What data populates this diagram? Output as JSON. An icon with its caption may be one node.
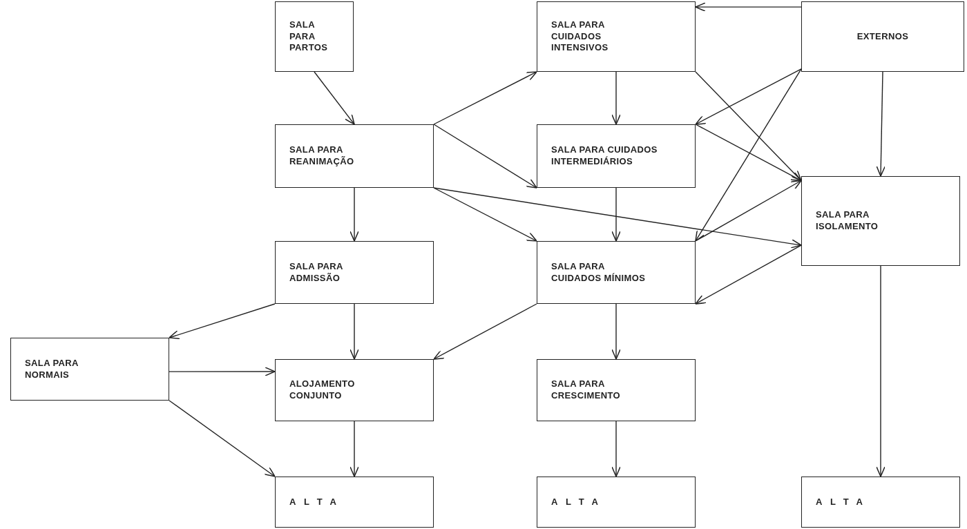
{
  "diagram": {
    "nodes": [
      {
        "text": [
          "SALA PARA PARTOS"
        ]
      },
      {
        "text": [
          "SALA PARA CUIDADOS INTENSIVOS"
        ]
      },
      {
        "text": [
          "EXTERNOS"
        ]
      },
      {
        "text": [
          "SALA PARA REANIMAÇÃO"
        ]
      },
      {
        "text": [
          "SALA PARA CUIDADOS INTERMEDIÁRIOS"
        ]
      },
      {
        "text": [
          "SALA PARA ISOLAMENTO"
        ]
      },
      {
        "text": [
          "SALA PARA ADMISSÃO"
        ]
      },
      {
        "text": [
          "SALA PARA CUIDADOS MÍNIMOS"
        ]
      },
      {
        "text": [
          "SALA PARA NORMAIS"
        ]
      },
      {
        "text": [
          "ALOJAMENTO CONJUNTO"
        ]
      },
      {
        "text": [
          "SALA PARA CRESCIMENTO"
        ]
      },
      {
        "text": [
          "ALTA"
        ]
      },
      {
        "text": [
          "ALTA"
        ]
      },
      {
        "text": [
          "ALTA"
        ]
      }
    ],
    "edges": [
      {
        "from": 0,
        "to": 3,
        "arrow": "to"
      },
      {
        "from": 3,
        "to": 1,
        "arrow": "to"
      },
      {
        "from": 3,
        "to": 4,
        "arrow": "to"
      },
      {
        "from": 3,
        "to": 6,
        "arrow": "to"
      },
      {
        "from": 3,
        "to": 7,
        "arrow": "to"
      },
      {
        "from": 3,
        "to": 5,
        "arrow": "to"
      },
      {
        "from": 1,
        "to": 4,
        "arrow": "to"
      },
      {
        "from": 1,
        "to": 5,
        "arrow": "to"
      },
      {
        "from": 2,
        "to": 1,
        "arrow": "to"
      },
      {
        "from": 2,
        "to": 4,
        "arrow": "to"
      },
      {
        "from": 2,
        "to": 7,
        "arrow": "to"
      },
      {
        "from": 2,
        "to": 5,
        "arrow": "to"
      },
      {
        "from": 4,
        "to": 5,
        "arrow": "to"
      },
      {
        "from": 4,
        "to": 7,
        "arrow": "to"
      },
      {
        "from": 7,
        "to": 5,
        "arrow": "to"
      },
      {
        "from": 5,
        "to": 7,
        "arrow": "to"
      },
      {
        "from": 6,
        "to": 9,
        "arrow": "to"
      },
      {
        "from": 6,
        "to": 8,
        "arrow": "to"
      },
      {
        "from": 7,
        "to": 9,
        "arrow": "to"
      },
      {
        "from": 7,
        "to": 10,
        "arrow": "to"
      },
      {
        "from": 8,
        "to": 9,
        "arrow": "to"
      },
      {
        "from": 8,
        "to": 11,
        "arrow": "to"
      },
      {
        "from": 9,
        "to": 11,
        "arrow": "to"
      },
      {
        "from": 10,
        "to": 12,
        "arrow": "to"
      },
      {
        "from": 5,
        "to": 13,
        "arrow": "to"
      }
    ]
  }
}
